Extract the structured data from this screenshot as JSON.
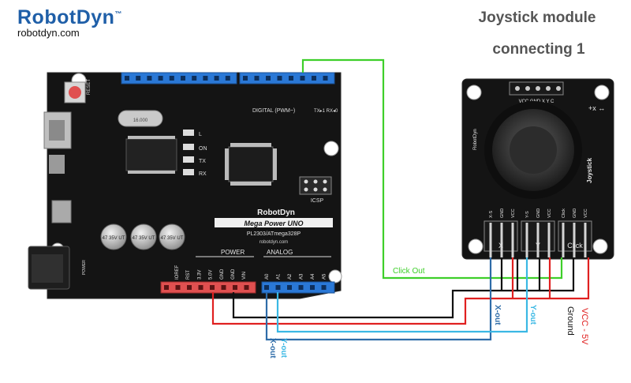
{
  "header": {
    "brand": "RobotDyn",
    "trademark": "™",
    "website": "robotdyn.com",
    "title_line1": "Joystick module",
    "title_line2": "connecting 1"
  },
  "board": {
    "reset": "RESET",
    "digital_header": "DIGITAL (PWM~)",
    "tx_rx": "TX▸1  RX◂0",
    "brand": "RobotDyn",
    "model": "Mega Power UNO",
    "chip": "PL2303/ATmega328P",
    "website": "robotdyn.com",
    "power_label": "POWER",
    "analog_label": "ANALOG",
    "icsp": "ICSP",
    "led_l": "L",
    "led_on": "ON",
    "led_tx": "TX",
    "led_rx": "RX",
    "cap_label": "47 35V UT",
    "crystal": "16.000",
    "power_pins": [
      "IOREF",
      "RST",
      "3.3V",
      "5.0V",
      "GND",
      "GND",
      "VIN"
    ],
    "analog_pins": [
      "A0",
      "A1",
      "A2",
      "A3",
      "A4",
      "A5"
    ],
    "pwr_jack": "POWER"
  },
  "joystick": {
    "header_label": "VCC GND  X  Y  C",
    "side_label": "Joystick",
    "brand_vertical": "RobotDyn",
    "axis_x": "X",
    "axis_y": "Y",
    "axis_click": "Click",
    "pin_groups": [
      [
        "X-S",
        "GND",
        "VCC"
      ],
      [
        "Y-S",
        "GND",
        "VCC"
      ],
      [
        "Click",
        "GND",
        "VCC"
      ]
    ]
  },
  "wires": {
    "click_out": "Click Out",
    "x_out_joy": "X-out",
    "y_out_joy": "Y-out",
    "ground": "Ground",
    "vcc": "VCC - 5V",
    "x_out_board": "X-out",
    "y_out_board": "Y-out",
    "colors": {
      "green": "#3ecf2a",
      "red": "#e02020",
      "black": "#111111",
      "blue": "#2e6ca8",
      "cyan": "#3ab8e4"
    }
  }
}
